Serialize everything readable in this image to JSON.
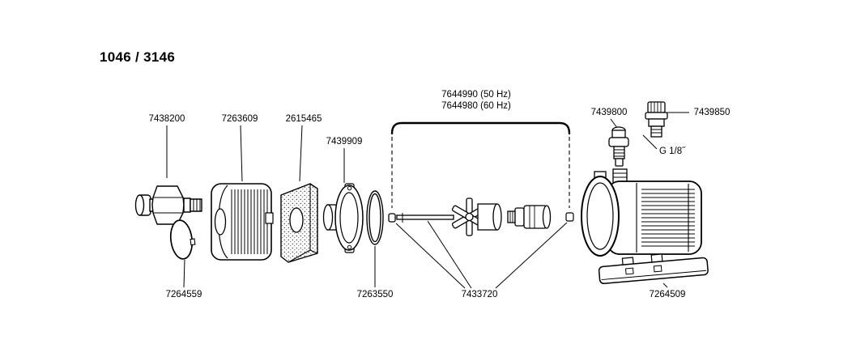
{
  "title": "1046 / 3146",
  "labels": {
    "p7438200": "7438200",
    "p7263609": "7263609",
    "p2615465": "2615465",
    "p7439909": "7439909",
    "p7644990": "7644990 (50 Hz)",
    "p7644980": "7644980 (60 Hz)",
    "p7439800": "7439800",
    "p7439850": "7439850",
    "thread_size": "G 1/8˝",
    "p7264559": "7264559",
    "p7263550": "7263550",
    "p7433720": "7433720",
    "p7264509": "7264509"
  },
  "colors": {
    "line": "#000000",
    "background": "#ffffff"
  }
}
